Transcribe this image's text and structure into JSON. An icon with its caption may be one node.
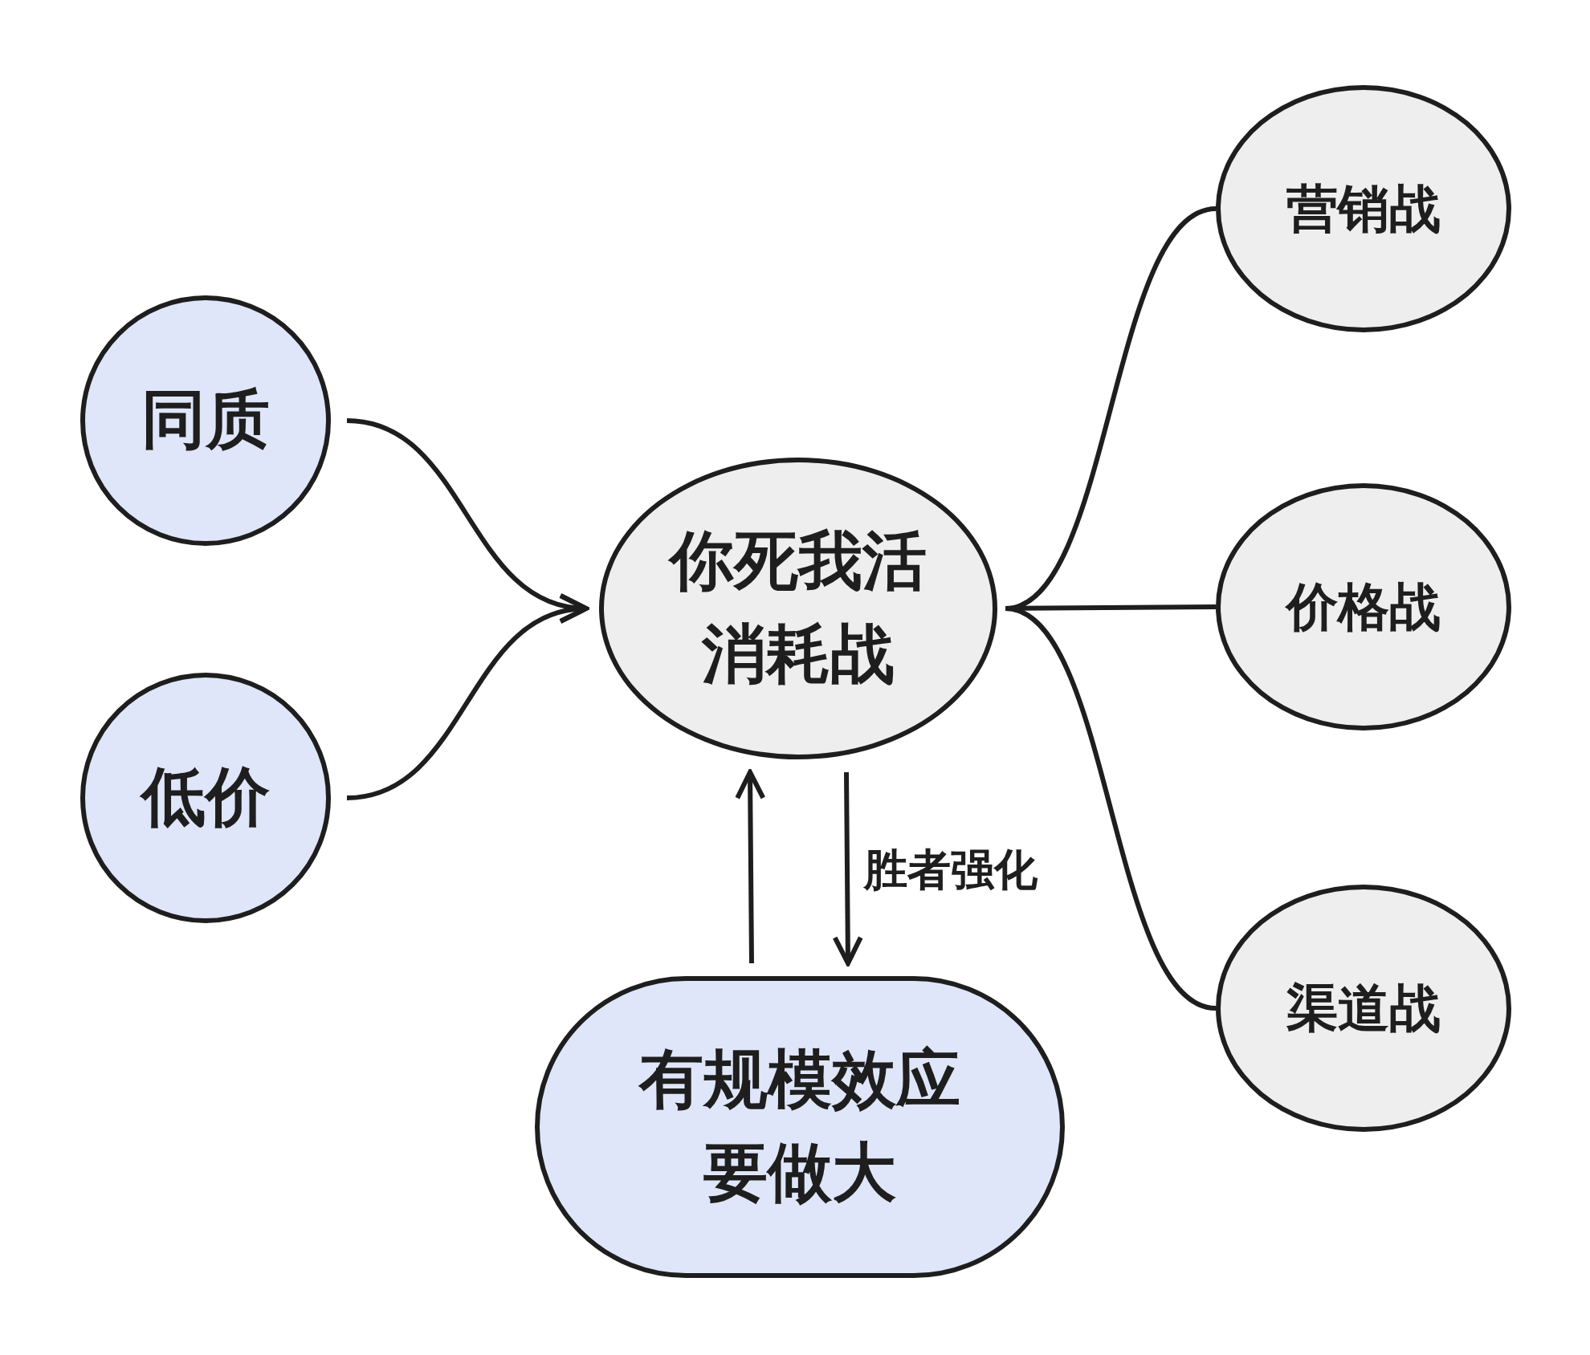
{
  "diagram": {
    "nodes": [
      {
        "text": [
          "同质"
        ]
      },
      {
        "text": [
          "低价"
        ]
      },
      {
        "text": [
          "你死我活消耗战"
        ]
      },
      {
        "text": [
          "营销战"
        ]
      },
      {
        "text": [
          "价格战"
        ]
      },
      {
        "text": [
          "渠道战"
        ]
      },
      {
        "text": [
          "有规模效应要做大"
        ]
      }
    ],
    "edges": [
      {
        "from": 0,
        "to": 2,
        "arrow": "to"
      },
      {
        "from": 1,
        "to": 2,
        "arrow": "to"
      },
      {
        "from": 2,
        "to": 3,
        "arrow": "none"
      },
      {
        "from": 2,
        "to": 4,
        "arrow": "none"
      },
      {
        "from": 2,
        "to": 5,
        "arrow": "none"
      },
      {
        "from": 6,
        "to": 2,
        "arrow": "to"
      },
      {
        "from": 2,
        "to": 6,
        "arrow": "to",
        "label": "胜者强化"
      }
    ]
  }
}
